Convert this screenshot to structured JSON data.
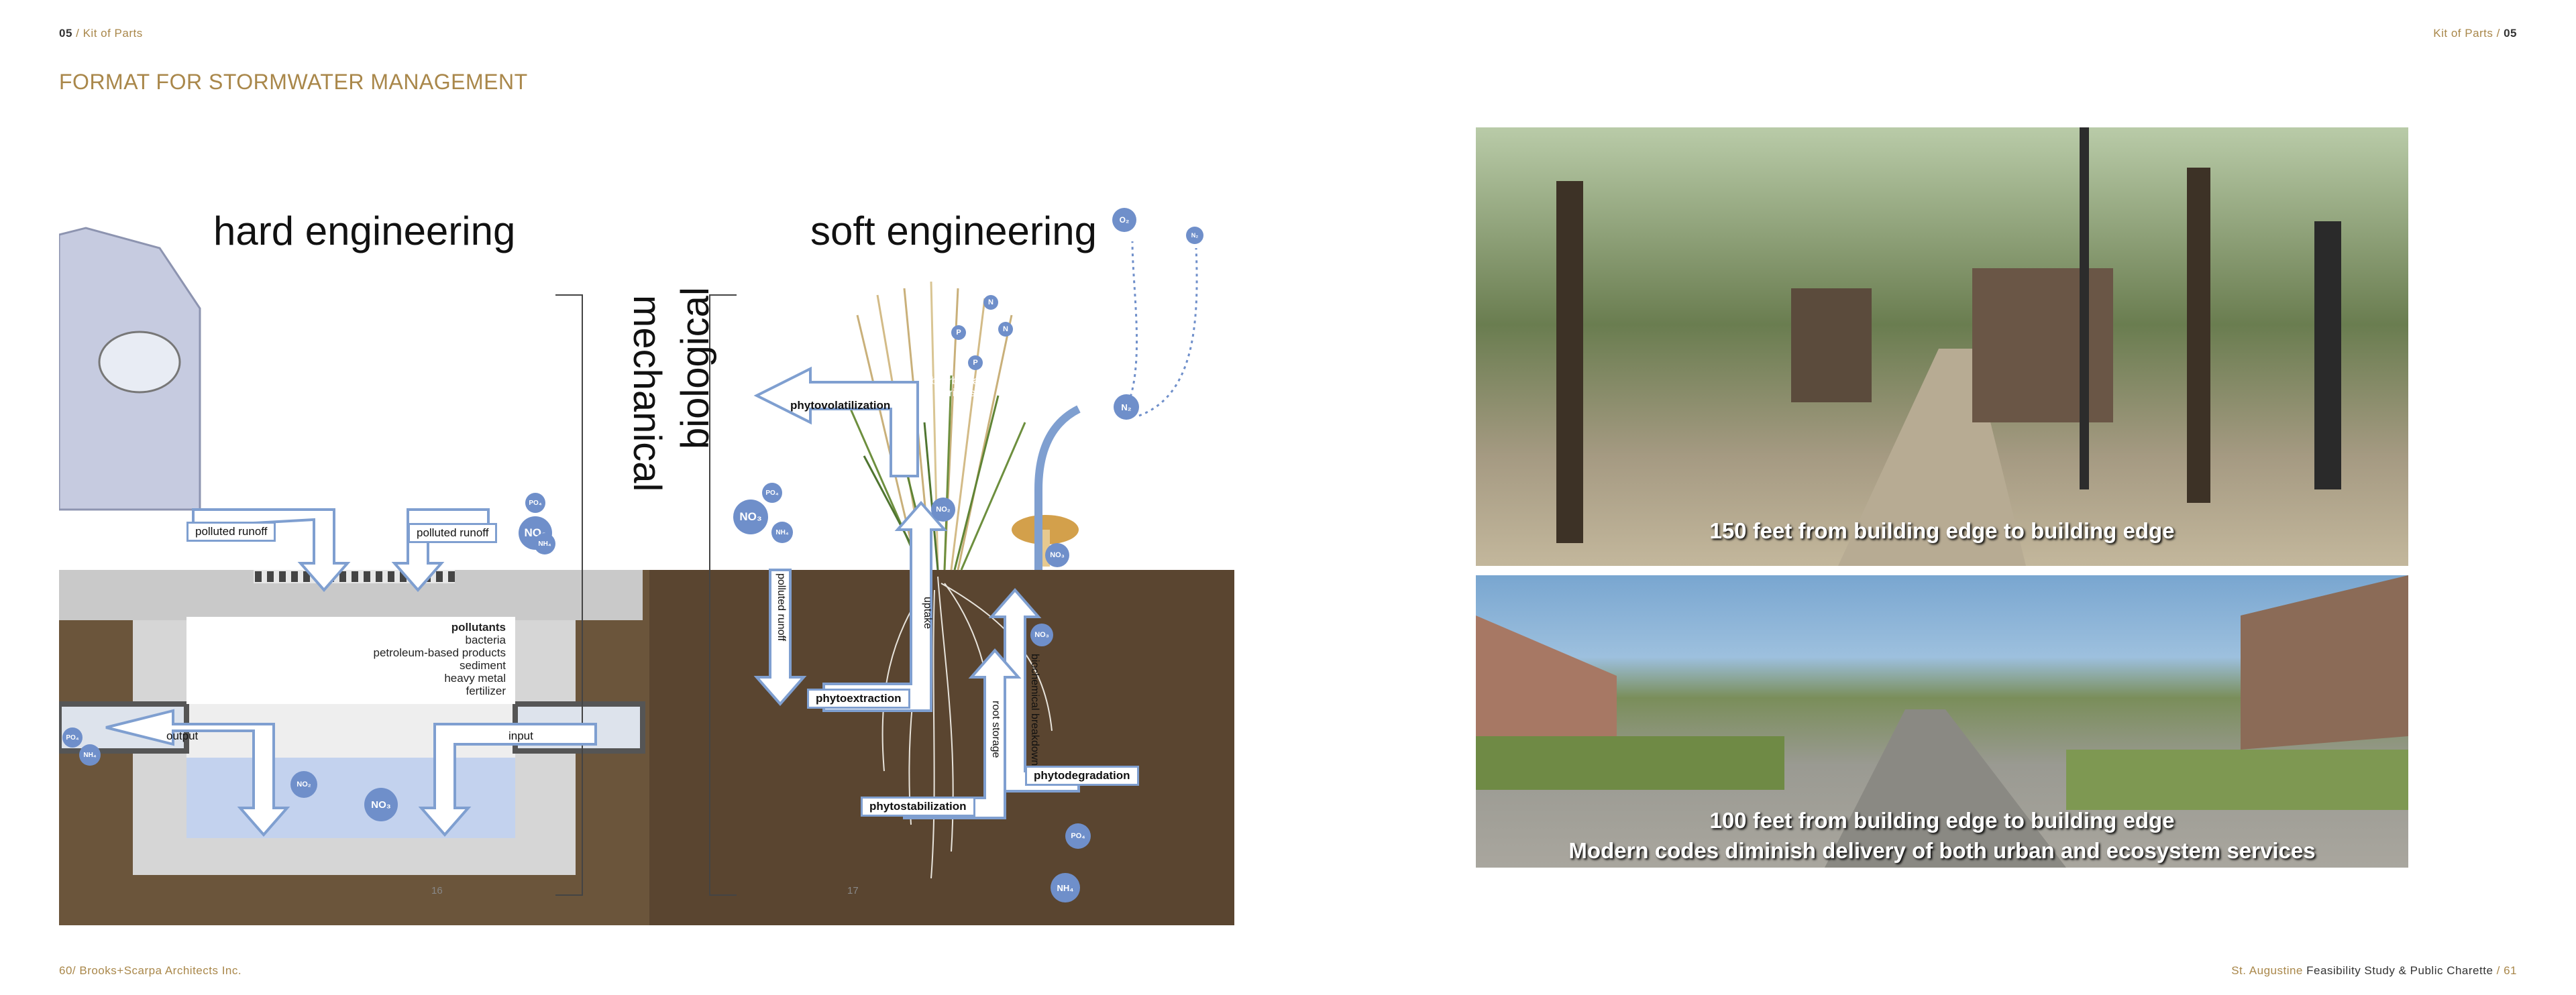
{
  "header": {
    "left_number": "05",
    "left_separator": " / ",
    "left_section": "Kit of Parts",
    "right_section": "Kit of Parts",
    "right_separator": " / ",
    "right_number": "05"
  },
  "page_title": "FORMAT FOR STORMWATER MANAGEMENT",
  "diagram": {
    "hard_engineering": "hard engineering",
    "soft_engineering": "soft engineering",
    "mechanical": "mechanical",
    "biological": "biological",
    "polluted_runoff_1": "polluted runoff",
    "polluted_runoff_2": "polluted runoff",
    "polluted_runoff_3": "polluted runoff",
    "pollutants_title": "pollutants",
    "pollutants": [
      "bacteria",
      "petroleum-based products",
      "sediment",
      "heavy metal",
      "fertilizer"
    ],
    "output": "output",
    "input": "input",
    "phytovolatilization": "phytovolatilization",
    "absorbed_as_nutrients": "absorbed as nutrients",
    "phytoextraction": "phytoextraction",
    "uptake": "uptake",
    "root_storage": "root storage",
    "biochemical_breakdown": "biochemical breakdown",
    "phytodegradation": "phytodegradation",
    "phytostabilization": "phytostabilization",
    "page_16": "16",
    "page_17": "17",
    "molecules": {
      "no2": "NO₂",
      "po4": "PO₄",
      "nh4": "NH₄",
      "no3": "NO₃",
      "o2": "O₂",
      "n2": "N₂",
      "n": "N",
      "p": "P"
    }
  },
  "photos": {
    "caption_1": "150 feet from building edge to building edge",
    "caption_2a": "100 feet from building edge to building edge",
    "caption_2b": "Modern codes diminish delivery of both urban and ecosystem services"
  },
  "footer": {
    "left": "60/ Brooks+Scarpa Architects Inc.",
    "right_place": "St. Augustine",
    "right_title": " Feasibility Study & Public Charette",
    "right_separator": " / ",
    "right_number": "61"
  }
}
